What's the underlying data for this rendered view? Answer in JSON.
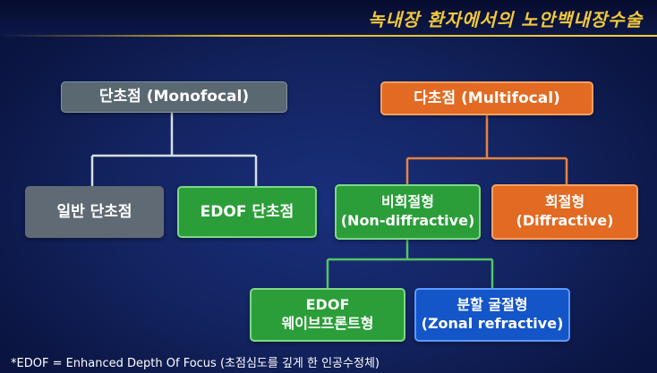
{
  "header": {
    "title": "녹내장 환자에서의 노안백내장수술"
  },
  "nodes": {
    "monofocal": "단초점 (Monofocal)",
    "multifocal": "다초점 (Multifocal)",
    "general_mono": "일반 단초점",
    "edof_mono": "EDOF 단초점",
    "nondiff_line1": "비회절형",
    "nondiff_line2": "(Non-diffractive)",
    "diff_line1": "회절형",
    "diff_line2": "(Diffractive)",
    "edof_wave_line1": "EDOF",
    "edof_wave_line2": "웨이브프론트형",
    "zonal_line1": "분할 굴절형",
    "zonal_line2": "(Zonal refractive)"
  },
  "footnote": "*EDOF = Enhanced Depth Of Focus (초점심도를 깊게 한 인공수정체)",
  "colors": {
    "accent": "#f1c93a",
    "gray": "#606a74",
    "green": "#2b9e39",
    "orange": "#e26a22",
    "blue": "#1455c8",
    "connector_light": "#d8dee8",
    "connector_orange": "#e8843c",
    "connector_green": "#55c463"
  }
}
